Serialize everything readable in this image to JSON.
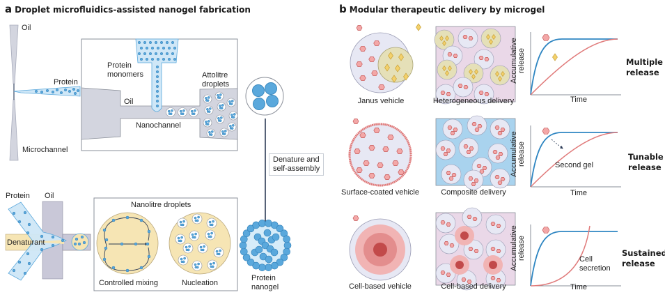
{
  "panel_a": {
    "letter": "a",
    "title": "Droplet microfluidics-assisted nanogel fabrication",
    "top_device": {
      "oil_label": "Oil",
      "protein_label": "Protein",
      "microchannel_label": "Microchannel",
      "protein_monomers_label_1": "Protein",
      "protein_monomers_label_2": "monomers",
      "oil_inner_label": "Oil",
      "nanochannel_label": "Nanochannel",
      "attolitre_label_1": "Attolitre",
      "attolitre_label_2": "droplets"
    },
    "process_step": {
      "label_1": "Denature and",
      "label_2": "self-assembly"
    },
    "bottom_device": {
      "protein_label": "Protein",
      "oil_label": "Oil",
      "denaturant_label": "Denaturant",
      "nanolitre_title": "Nanolitre droplets",
      "controlled_mixing_label": "Controlled mixing",
      "nucleation_label": "Nucleation"
    },
    "product": {
      "label_1": "Protein",
      "label_2": "nanogel"
    }
  },
  "panel_b": {
    "letter": "b",
    "title": "Modular therapeutic delivery by microgel",
    "rows": [
      {
        "vehicle_label": "Janus vehicle",
        "delivery_label": "Heterogeneous delivery",
        "outcome_1": "Multiple",
        "outcome_2": "release",
        "plot": {
          "xlabel": "Time",
          "ylabel_1": "Accumulative",
          "ylabel_2": "release",
          "annotation": ""
        }
      },
      {
        "vehicle_label": "Surface-coated vehicle",
        "delivery_label": "Composite delivery",
        "outcome_1": "Tunable",
        "outcome_2": "release",
        "plot": {
          "xlabel": "Time",
          "ylabel_1": "Accumulative",
          "ylabel_2": "release",
          "annotation": "Second gel"
        }
      },
      {
        "vehicle_label": "Cell-based vehicle",
        "delivery_label": "Cell-based delivery",
        "outcome_1": "Sustained",
        "outcome_2": "release",
        "plot": {
          "xlabel": "Time",
          "ylabel_1": "Accumulative",
          "ylabel_2": "release",
          "annotation_1": "Cell",
          "annotation_2": "secretion"
        }
      }
    ]
  },
  "colors": {
    "blue_curve": "#2f86c2",
    "red_curve": "#e07a7a",
    "protein_blue": "#5aa8dc",
    "channel_grey": "#d3d5df",
    "oil_purple": "#c9c8d8",
    "yellow_drop": "#f6e5b4",
    "hexagon_pink": "#f3a7a7",
    "diamond_yellow": "#f3d16c",
    "heterogeneous_bg": "#ead8e8",
    "composite_bg": "#a9d3ee"
  }
}
